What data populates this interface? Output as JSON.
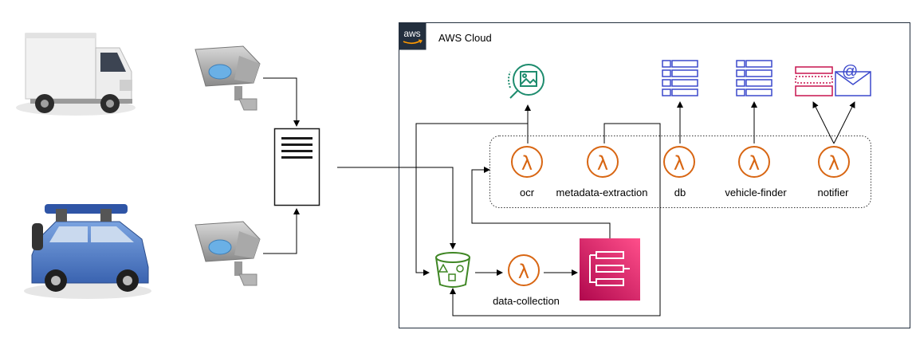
{
  "cloud": {
    "badge": "aws",
    "title": "AWS Cloud"
  },
  "sources": [
    {
      "icon": "delivery-truck-icon"
    },
    {
      "icon": "car-with-luggage-icon"
    },
    {
      "icon": "security-camera-icon"
    },
    {
      "icon": "security-camera-icon"
    }
  ],
  "server": {
    "icon": "server-icon"
  },
  "lambdas": [
    {
      "id": "ocr",
      "label": "ocr"
    },
    {
      "id": "metadata-extraction",
      "label": "metadata-extraction"
    },
    {
      "id": "db",
      "label": "db"
    },
    {
      "id": "vehicle-finder",
      "label": "vehicle-finder"
    },
    {
      "id": "notifier",
      "label": "notifier"
    },
    {
      "id": "data-collection",
      "label": "data-collection"
    }
  ],
  "services": {
    "rekognition": {
      "icon": "image-search-icon",
      "color": "#1e8c6e"
    },
    "tables": {
      "icon": "table-icon",
      "color": "#3b48cc"
    },
    "email": {
      "icon": "email-icon",
      "color": "#3b48cc"
    },
    "bucket": {
      "icon": "s3-bucket-icon",
      "color": "#3f8624"
    },
    "step_functions": {
      "icon": "step-functions-icon",
      "color": "#e7157b"
    }
  },
  "colors": {
    "lambda": "#d86613",
    "line": "#000000",
    "cloud_border": "#232f3e"
  }
}
